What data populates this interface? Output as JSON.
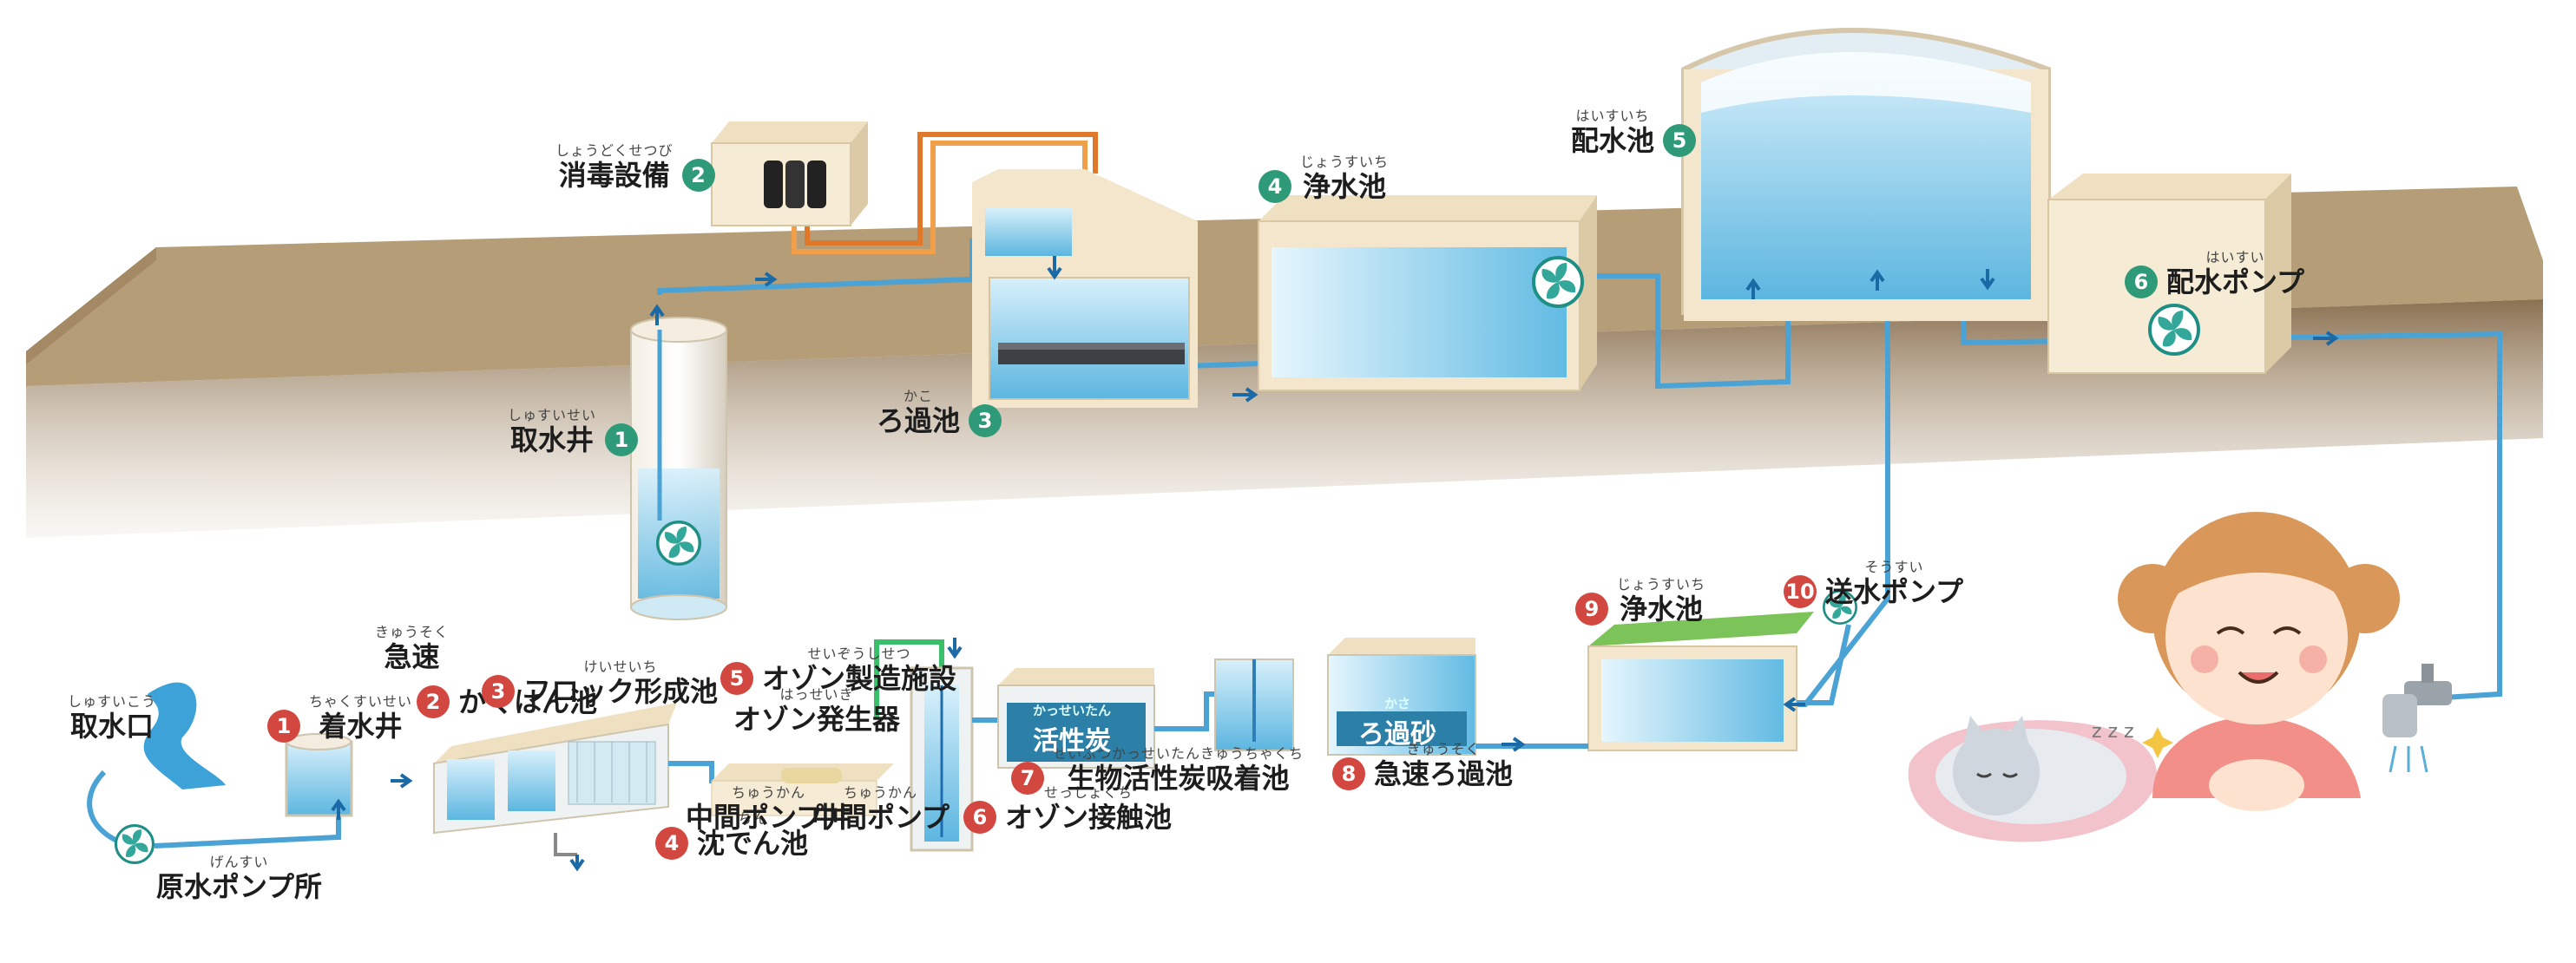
{
  "upper_labels": [
    {
      "id": "intake_well",
      "num": "1",
      "ruby": "しゅすいせい",
      "text": "取水井",
      "color": "green"
    },
    {
      "id": "disinfection",
      "num": "2",
      "ruby": "しょうどくせつび",
      "text": "消毒設備",
      "color": "green"
    },
    {
      "id": "filter_basin",
      "num": "3",
      "ruby": "かこ",
      "text": "ろ過池",
      "color": "green"
    },
    {
      "id": "clean_basin",
      "num": "4",
      "ruby": "じょうすいち",
      "text": "浄水池",
      "color": "green"
    },
    {
      "id": "distribution_basin",
      "num": "5",
      "ruby": "はいすいち",
      "text": "配水池",
      "color": "green"
    },
    {
      "id": "distribution_pump",
      "num": "6",
      "ruby": "はいすい",
      "text": "配水ポンプ",
      "color": "green"
    }
  ],
  "lower_labels": [
    {
      "id": "water_inlet",
      "num": "",
      "ruby": "しゅすいこう",
      "text": "取水口",
      "color": ""
    },
    {
      "id": "raw_pump",
      "num": "",
      "ruby": "げんすい",
      "text": "原水ポンプ所",
      "color": ""
    },
    {
      "id": "receiving_well",
      "num": "1",
      "ruby": "ちゃくすいせい",
      "text": "着水井",
      "color": "red"
    },
    {
      "id": "rapid_mix_top",
      "num": "",
      "ruby": "きゅうそく",
      "text": "急速",
      "color": ""
    },
    {
      "id": "rapid_mix",
      "num": "2",
      "ruby": "",
      "text": "かくはん池",
      "color": "red"
    },
    {
      "id": "floc",
      "num": "3",
      "ruby": "けいせいち",
      "text": "フロック形成池",
      "color": "red"
    },
    {
      "id": "sedimentation",
      "num": "4",
      "ruby": "ちん",
      "text": "沈でん池",
      "color": "red"
    },
    {
      "id": "mid_pump_well",
      "num": "",
      "ruby": "ちゅうかん",
      "text": "中間ポンプ井",
      "color": ""
    },
    {
      "id": "mid_pump",
      "num": "",
      "ruby": "ちゅうかん",
      "text": "中間ポンプ",
      "color": ""
    },
    {
      "id": "ozone_facility",
      "num": "5",
      "ruby": "せいぞうしせつ",
      "text": "オゾン製造施設",
      "color": "red"
    },
    {
      "id": "ozone_gen",
      "num": "",
      "ruby": "はっせいき",
      "text": "オゾン発生器",
      "color": ""
    },
    {
      "id": "ozone_contact",
      "num": "6",
      "ruby": "せっしょくち",
      "text": "オゾン接触池",
      "color": "red"
    },
    {
      "id": "bac",
      "num": "7",
      "ruby": "せいぶつかっせいたんきゅうちゃくち",
      "text": "生物活性炭吸着池",
      "color": "red"
    },
    {
      "id": "rapid_filter",
      "num": "8",
      "ruby": "きゅうそく",
      "text": "急速ろ過池",
      "color": "red"
    },
    {
      "id": "clean_basin2",
      "num": "9",
      "ruby": "じょうすいち",
      "text": "浄水池",
      "color": "red"
    },
    {
      "id": "transfer_pump",
      "num": "10",
      "ruby": "そうすい",
      "text": "送水ポンプ",
      "color": "red"
    }
  ],
  "tank_tags": {
    "activated_carbon": {
      "ruby": "かっせいたん",
      "text": "活性炭"
    },
    "filter_sand": {
      "ruby": "かさ",
      "text": "ろ過砂"
    }
  },
  "colors": {
    "ground_top": "#b9a27c",
    "ground_front": "#8d7356",
    "pipe": "#5aaed8",
    "pipe_dark": "#2f7fb6",
    "water": "#a9dcf2",
    "water_deep": "#5fb8e2",
    "tank_frame": "#f3e6cc",
    "number_green": "#2f9a78",
    "number_red": "#d2473f"
  },
  "icons": [
    "pump-fan-icon",
    "flow-arrow-icon",
    "faucet-icon",
    "girl-illustration",
    "cat-illustration"
  ]
}
